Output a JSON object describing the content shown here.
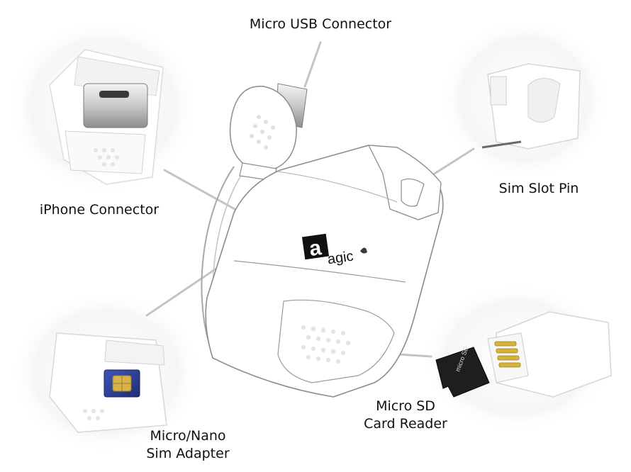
{
  "logo": {
    "mark": "a",
    "text": "agic"
  },
  "labels": {
    "micro_usb": "Micro USB Connector",
    "iphone": "iPhone Connector",
    "sim_pin": "Sim Slot Pin",
    "micro_sd_line1": "Micro SD",
    "micro_sd_line2": "Card Reader",
    "sim_adapter_line1": "Micro/Nano",
    "sim_adapter_line2": "Sim Adapter"
  },
  "sd_card": {
    "brand": "micro SD"
  },
  "colors": {
    "device_outline": "#9a9a9a",
    "device_fill": "#ffffff",
    "leader_line": "#c4c4c4",
    "bubble": "#efefef",
    "sim_chip": "#d8b24a",
    "sim_card": "#2a3c8c",
    "sd_card": "#1e1e1e",
    "gold_contact": "#d7b13a"
  }
}
